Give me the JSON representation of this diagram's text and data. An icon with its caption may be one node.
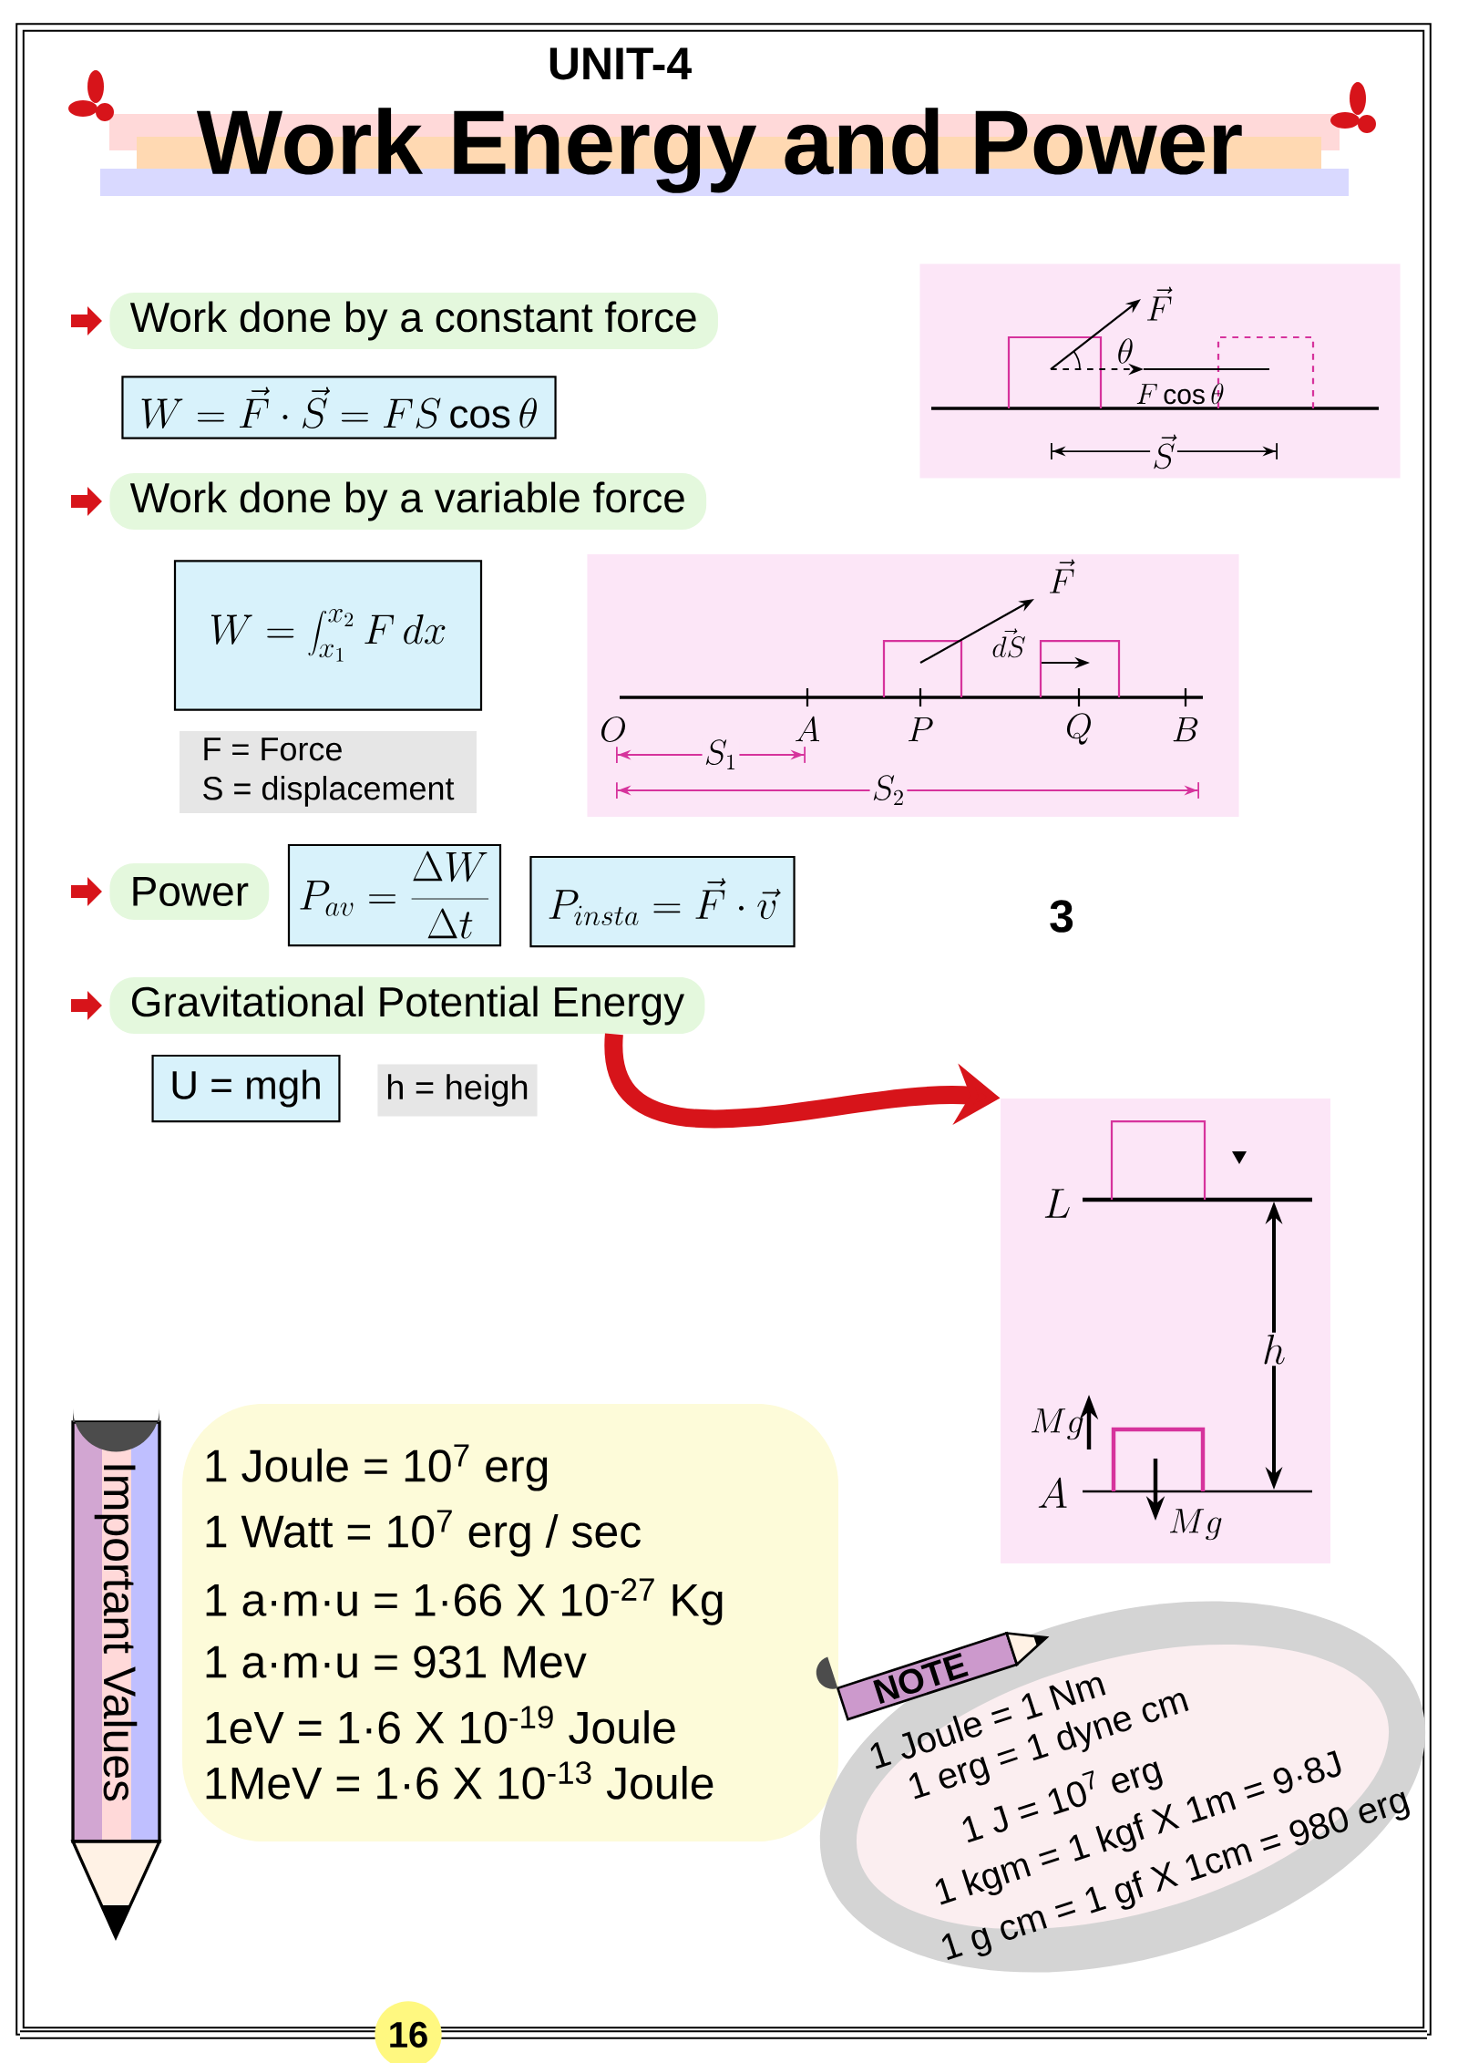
{
  "diagram": {
    "title": "Work Energy and Power",
    "nodes": [
      {
        "text": [
          "Work done by a constant force"
        ]
      },
      {
        "text": [
          "W = \\vec{F}\\cdot\\vec{S} = FS\\cos\\theta"
        ]
      },
      {
        "text": [
          "\\vec{F}",
          "\\theta",
          "F\\cos\\theta",
          "\\vec{S}"
        ]
      },
      {
        "text": [
          "Work done by a variable force"
        ]
      },
      {
        "text": [
          "W = \\int_{x_1}^{x_2} F\\,dx"
        ]
      },
      {
        "text": [
          "F = Force",
          "S = displacement"
        ]
      },
      {
        "text": [
          "\\vec{F}",
          "\\vec{dS}",
          "O",
          "A",
          "P",
          "Q",
          "B",
          "S_1",
          "S_2"
        ]
      },
      {
        "text": [
          "Power"
        ]
      },
      {
        "text": [
          "P_{av} = \\frac{\\Delta W}{\\Delta t}"
        ]
      },
      {
        "text": [
          "P_{insta} = \\vec{F}\\cdot\\vec{v}"
        ]
      },
      {
        "text": [
          "Gravitational Potential Energy"
        ]
      },
      {
        "text": [
          "U = mgh"
        ]
      },
      {
        "text": [
          "h = heigh"
        ]
      },
      {
        "text": [
          "L",
          "h",
          "Mg",
          "A",
          "Mg"
        ]
      },
      {
        "text": [
          "Important Values"
        ]
      },
      {
        "text": [
          "1 Joule = 10$^{7}$ erg",
          "1 Watt = 10$^{7}$ erg / sec",
          "1 a·m·u = 1·66 X 10$^{-27}$ Kg",
          "1 a·m·u = 931 Mev",
          "1eV = 1·6 X 10$^{-19}$ Joule",
          "1MeV = 1·6 X 10$^{-13}$ Joule"
        ]
      },
      {
        "text": [
          "NOTE"
        ]
      },
      {
        "text": [
          "1 Joule = 1 Nm",
          "1 erg = 1 dyne cm",
          "1 J = 10$^{7}$ erg",
          "1 kgm = 1 kgf X 1m = 9·8J",
          "1 g cm = 1 gf X 1cm = 980 erg"
        ]
      }
    ],
    "edges": [
      {
        "from": 10,
        "to": 13,
        "arrow": "to",
        "color": "#d7141a"
      }
    ],
    "labels": [
      "UNIT-4",
      "3",
      "16"
    ]
  }
}
